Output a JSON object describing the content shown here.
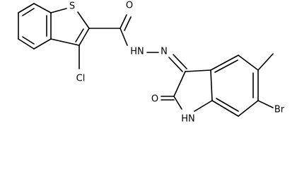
{
  "structure": {
    "atom_labels": {
      "s": "S",
      "o_amide": "O",
      "cl": "Cl",
      "nh_hydrazide": "HN",
      "n_imine": "N",
      "o_lactam": "O",
      "nh_lactam": "HN",
      "br": "Br"
    },
    "colors": {
      "bond": "#000000",
      "label": "#000000",
      "background": "#ffffff"
    }
  }
}
